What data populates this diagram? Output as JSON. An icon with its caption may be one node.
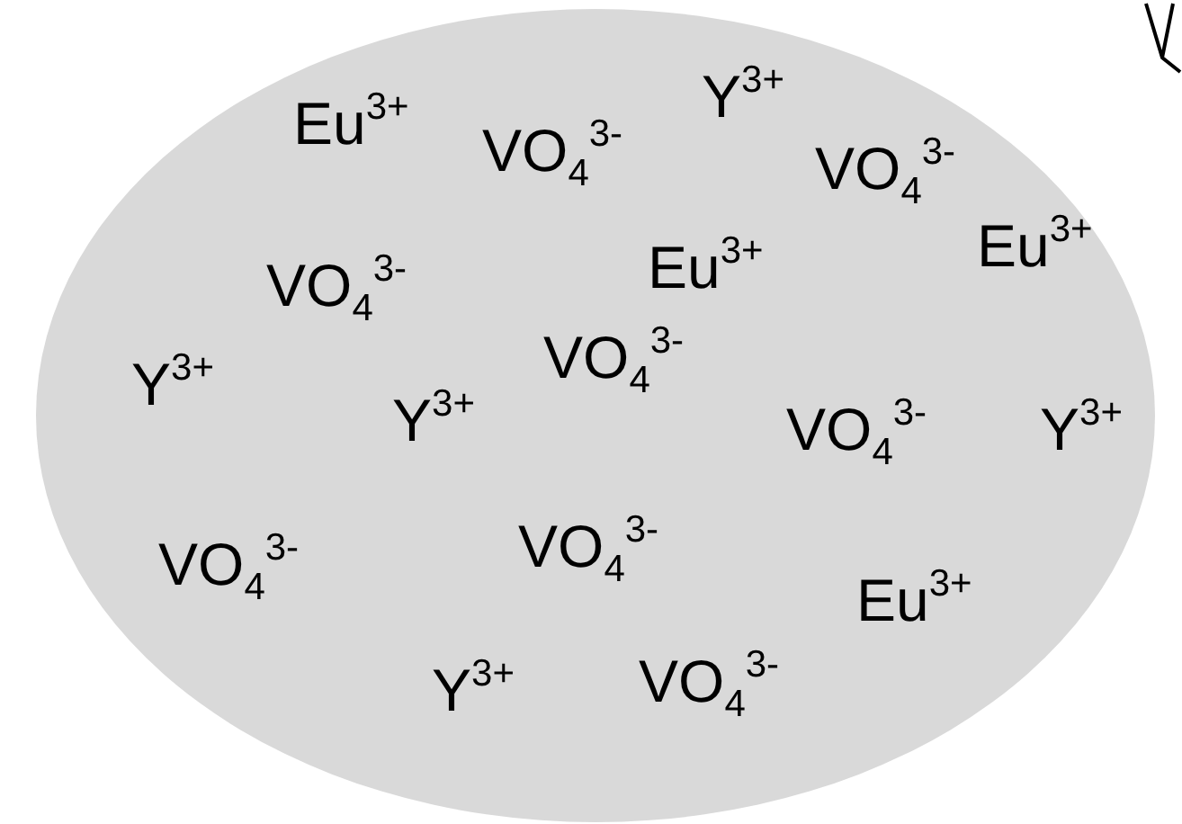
{
  "diagram": {
    "nodes": [
      {
        "text": [
          "Y$^{3+}$",
          "Eu$^{3+}$",
          "VO$_{4}$$^{3-}$",
          "VO$_{4}$$^{3-}$",
          "Eu$^{3+}$",
          "Eu$^{3+}$",
          "VO$_{4}$$^{3-}$",
          "VO$_{4}$$^{3-}$",
          "Y$^{3+}$",
          "Y$^{3+}$",
          "VO$_{4}$$^{3-}$",
          "Y$^{3+}$",
          "VO$_{4}$$^{3-}$",
          "VO$_{4}$$^{3-}$",
          "Eu$^{3+}$",
          "VO$_{4}$$^{3-}$",
          "Y$^{3+}$"
        ]
      }
    ]
  }
}
